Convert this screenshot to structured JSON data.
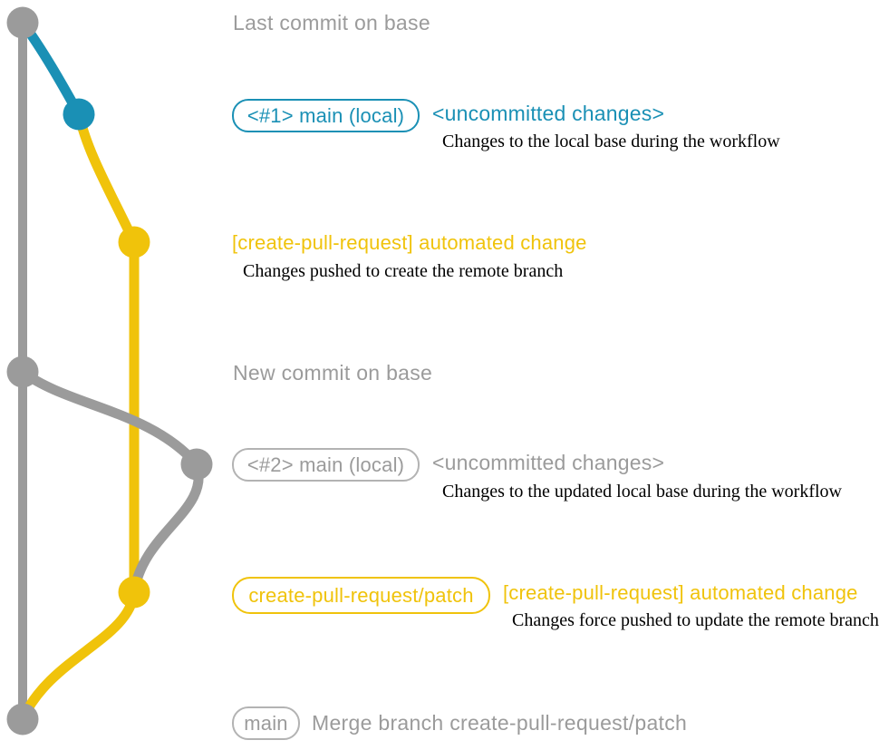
{
  "colors": {
    "gray": "#9b9b9b",
    "gray_border": "#b3b3b3",
    "teal": "#1a90b5",
    "yellow": "#f0c30b",
    "ink": "#000000"
  },
  "headings": {
    "last_commit": "Last commit on base",
    "new_commit": "New commit on base"
  },
  "section_local_1": {
    "branch_label": "<#1> main (local)",
    "status": "<uncommitted changes>",
    "note": "Changes to the local base during the workflow"
  },
  "section_push_1": {
    "commit_message": "[create-pull-request] automated change",
    "note": "Changes pushed to create the remote branch"
  },
  "section_local_2": {
    "branch_label": "<#2> main (local)",
    "status": "<uncommitted changes>",
    "note": "Changes to the updated local base during the workflow"
  },
  "section_push_2": {
    "branch_label": "create-pull-request/patch",
    "commit_message": "[create-pull-request] automated change",
    "note": "Changes force pushed to update the remote branch"
  },
  "section_merge": {
    "branch_label": "main",
    "commit_message": "Merge branch create-pull-request/patch"
  },
  "graph": {
    "branches": [
      {
        "name": "base",
        "color": "#9b9b9b"
      },
      {
        "name": "main-local",
        "color": "#1a90b5"
      },
      {
        "name": "create-pull-request/patch",
        "color": "#f0c30b"
      }
    ],
    "commit_nodes": [
      {
        "id": "last-commit-on-base",
        "branch": "base"
      },
      {
        "id": "uncommitted-changes-1",
        "branch": "main-local"
      },
      {
        "id": "automated-change-1",
        "branch": "create-pull-request/patch"
      },
      {
        "id": "new-commit-on-base",
        "branch": "base"
      },
      {
        "id": "uncommitted-changes-2",
        "branch": "main-local"
      },
      {
        "id": "automated-change-2",
        "branch": "create-pull-request/patch"
      },
      {
        "id": "merge-commit",
        "branch": "base"
      }
    ]
  }
}
